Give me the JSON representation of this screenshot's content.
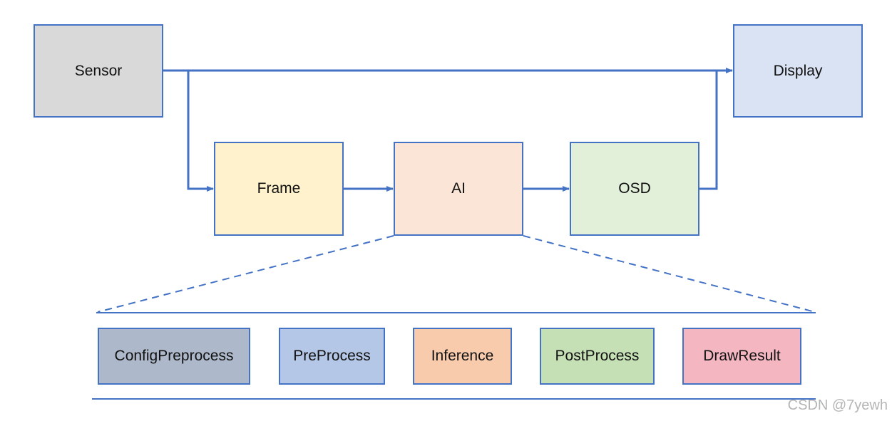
{
  "blocks": {
    "sensor": {
      "label": "Sensor",
      "fill": "#d9d9d9"
    },
    "display": {
      "label": "Display",
      "fill": "#dae3f3"
    },
    "frame": {
      "label": "Frame",
      "fill": "#fff2cc"
    },
    "ai": {
      "label": "AI",
      "fill": "#fbe5d6"
    },
    "osd": {
      "label": "OSD",
      "fill": "#e2f0d9"
    }
  },
  "ai_steps": [
    {
      "label": "ConfigPreprocess",
      "fill": "#adb9ca"
    },
    {
      "label": "PreProcess",
      "fill": "#b4c7e7"
    },
    {
      "label": "Inference",
      "fill": "#f8cbad"
    },
    {
      "label": "PostProcess",
      "fill": "#c5e0b4"
    },
    {
      "label": "DrawResult",
      "fill": "#f4b6c0"
    }
  ],
  "colors": {
    "line": "#4472c4"
  },
  "watermark": "CSDN @7yewh"
}
